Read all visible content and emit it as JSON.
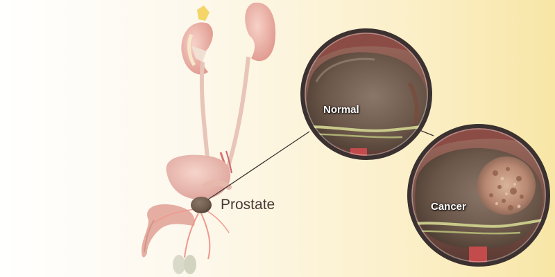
{
  "labels": {
    "organ": "Prostate",
    "normal": "Normal",
    "cancer": "Cancer"
  },
  "colors": {
    "background_left": "#ffffff",
    "background_right": "#f8e6a6",
    "organ_pink": "#e8aaa0",
    "tissue_brown": "#6e5a4c",
    "callout_ring": "#3b3130",
    "nerve_strand": "#c8c98a"
  }
}
